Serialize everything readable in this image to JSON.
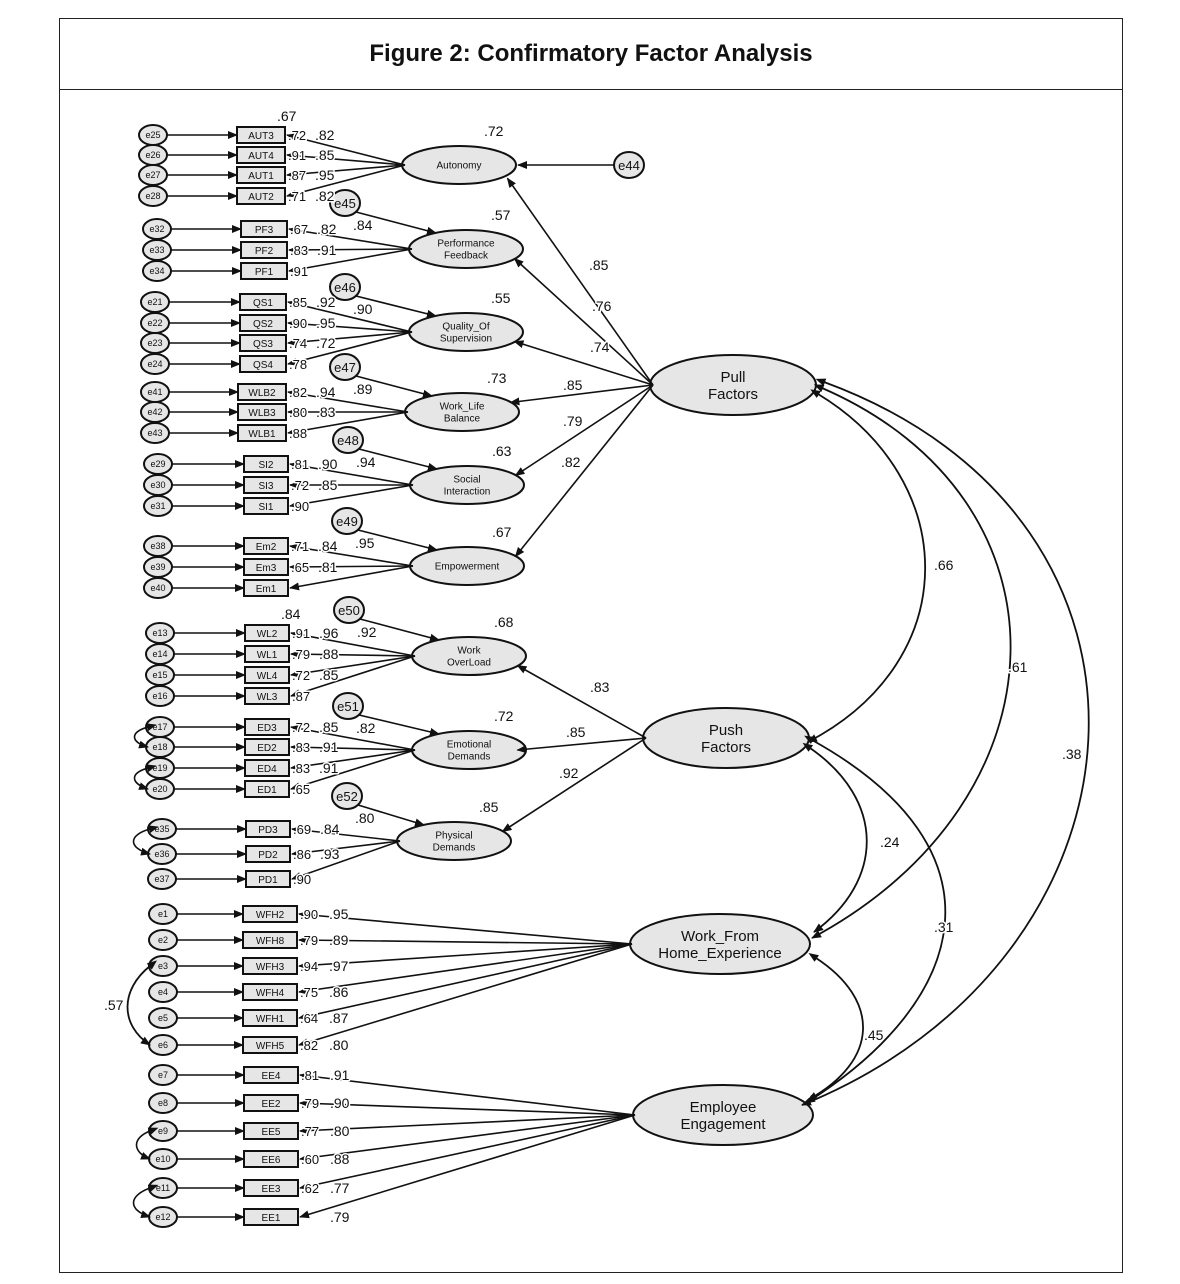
{
  "title": "Figure 2: Confirmatory Factor Analysis",
  "colors": {
    "node_fill": "#e6e6e6",
    "stroke": "#111111"
  },
  "first_order": [
    {
      "name": [
        "Autonomy"
      ],
      "r2": ".72",
      "error": "e44",
      "error_label": "",
      "r2_above": ".67",
      "r2_below": ".71",
      "indicators": [
        {
          "name": "AUT3",
          "error": "e25"
        },
        {
          "name": "AUT4",
          "error": "e26"
        },
        {
          "name": "AUT1",
          "error": "e27"
        },
        {
          "name": "AUT2",
          "error": "e28"
        }
      ],
      "r2_side": [
        ".72",
        ".91",
        ".87",
        ""
      ],
      "loadings": [
        ".82",
        ".85",
        ".95",
        ".82"
      ]
    },
    {
      "name": [
        "Performance",
        "Feedback"
      ],
      "r2": ".57",
      "error": "e45",
      "error_label": ".84",
      "r2_above": "",
      "r2_below": ".91",
      "indicators": [
        {
          "name": "PF3",
          "error": "e32"
        },
        {
          "name": "PF2",
          "error": "e33"
        },
        {
          "name": "PF1",
          "error": "e34"
        }
      ],
      "r2_side": [
        ".67",
        ".83",
        ""
      ],
      "loadings": [
        ".82",
        ".91"
      ]
    },
    {
      "name": [
        "Quality_Of",
        "Supervision"
      ],
      "r2": ".55",
      "error": "e46",
      "error_label": ".90",
      "r2_above": "",
      "r2_below": ".78",
      "indicators": [
        {
          "name": "QS1",
          "error": "e21"
        },
        {
          "name": "QS2",
          "error": "e22"
        },
        {
          "name": "QS3",
          "error": "e23"
        },
        {
          "name": "QS4",
          "error": "e24"
        }
      ],
      "r2_side": [
        ".85",
        ".90",
        ".74",
        ""
      ],
      "loadings": [
        ".92",
        ".95",
        ".72"
      ]
    },
    {
      "name": [
        "Work_Life",
        "Balance"
      ],
      "r2": ".73",
      "error": "e47",
      "error_label": ".89",
      "r2_above": "",
      "r2_below": ".88",
      "indicators": [
        {
          "name": "WLB2",
          "error": "e41"
        },
        {
          "name": "WLB3",
          "error": "e42"
        },
        {
          "name": "WLB1",
          "error": "e43"
        }
      ],
      "r2_side": [
        ".82",
        ".80",
        ""
      ],
      "loadings": [
        ".94",
        ".83"
      ]
    },
    {
      "name": [
        "Social",
        "Interaction"
      ],
      "r2": ".63",
      "error": "e48",
      "error_label": ".94",
      "r2_above": "",
      "r2_below": ".90",
      "indicators": [
        {
          "name": "SI2",
          "error": "e29"
        },
        {
          "name": "SI3",
          "error": "e30"
        },
        {
          "name": "SI1",
          "error": "e31"
        }
      ],
      "r2_side": [
        ".81",
        ".72",
        ""
      ],
      "loadings": [
        ".90",
        ".85"
      ]
    },
    {
      "name": [
        "Empowerment"
      ],
      "r2": ".67",
      "error": "e49",
      "error_label": ".95",
      "r2_above": "",
      "r2_below": "",
      "indicators": [
        {
          "name": "Em2",
          "error": "e38"
        },
        {
          "name": "Em3",
          "error": "e39"
        },
        {
          "name": "Em1",
          "error": "e40"
        }
      ],
      "r2_side": [
        ".71",
        ".65",
        ""
      ],
      "loadings": [
        ".84",
        ".81"
      ]
    },
    {
      "name": [
        "Work",
        "OverLoad"
      ],
      "r2": ".68",
      "error": "e50",
      "error_label": ".92",
      "r2_above": ".84",
      "r2_below": ".87",
      "indicators": [
        {
          "name": "WL2",
          "error": "e13"
        },
        {
          "name": "WL1",
          "error": "e14"
        },
        {
          "name": "WL4",
          "error": "e15"
        },
        {
          "name": "WL3",
          "error": "e16"
        }
      ],
      "r2_side": [
        ".91",
        ".79",
        ".72",
        ""
      ],
      "loadings": [
        ".96",
        ".88",
        ".85"
      ]
    },
    {
      "name": [
        "Emotional",
        "Demands"
      ],
      "r2": ".72",
      "error": "e51",
      "error_label": ".82",
      "r2_above": "",
      "r2_below": ".65",
      "indicators": [
        {
          "name": "ED3",
          "error": "e17"
        },
        {
          "name": "ED2",
          "error": "e18"
        },
        {
          "name": "ED4",
          "error": "e19"
        },
        {
          "name": "ED1",
          "error": "e20"
        }
      ],
      "r2_side": [
        ".72",
        ".83",
        ".83",
        ""
      ],
      "loadings": [
        ".85",
        ".91",
        ".91"
      ]
    },
    {
      "name": [
        "Physical",
        "Demands"
      ],
      "r2": ".85",
      "error": "e52",
      "error_label": ".80",
      "r2_above": "",
      "r2_below": ".90",
      "indicators": [
        {
          "name": "PD3",
          "error": "e35"
        },
        {
          "name": "PD2",
          "error": "e36"
        },
        {
          "name": "PD1",
          "error": "e37"
        }
      ],
      "r2_side": [
        ".69",
        ".86",
        ""
      ],
      "loadings": [
        ".84",
        ".93"
      ]
    }
  ],
  "second_order": [
    {
      "name": [
        "Pull",
        "Factors"
      ],
      "loadings": [
        ".85",
        ".76",
        ".74",
        ".85",
        ".79",
        ".82"
      ]
    },
    {
      "name": [
        "Push",
        "Factors"
      ],
      "loadings": [
        ".83",
        ".85",
        ".92"
      ]
    }
  ],
  "direct_factors": [
    {
      "name": [
        "Work_From",
        "Home_Experience"
      ],
      "indicators": [
        {
          "name": "WFH2",
          "error": "e1"
        },
        {
          "name": "WFH8",
          "error": "e2"
        },
        {
          "name": "WFH3",
          "error": "e3"
        },
        {
          "name": "WFH4",
          "error": "e4"
        },
        {
          "name": "WFH1",
          "error": "e5"
        },
        {
          "name": "WFH5",
          "error": "e6"
        }
      ],
      "r2_side": [
        ".90",
        ".79",
        ".94",
        ".75",
        ".64",
        ".82"
      ],
      "loadings": [
        ".95",
        ".89",
        ".97",
        ".86",
        ".87",
        ".80"
      ]
    },
    {
      "name": [
        "Employee",
        "Engagement"
      ],
      "indicators": [
        {
          "name": "EE4",
          "error": "e7"
        },
        {
          "name": "EE2",
          "error": "e8"
        },
        {
          "name": "EE5",
          "error": "e9"
        },
        {
          "name": "EE6",
          "error": "e10"
        },
        {
          "name": "EE3",
          "error": "e11"
        },
        {
          "name": "EE1",
          "error": "e12"
        }
      ],
      "r2_side": [
        ".81",
        ".79",
        ".77",
        ".60",
        ".62",
        ""
      ],
      "loadings": [
        ".91",
        ".90",
        ".80",
        ".88",
        ".77",
        ".79"
      ]
    }
  ],
  "correlations": [
    {
      "from": "Pull Factors",
      "to": "Push Factors",
      "value": ".66"
    },
    {
      "from": "Pull Factors",
      "to": "Work_From Home_Experience",
      "value": ".61"
    },
    {
      "from": "Pull Factors",
      "to": "Employee Engagement",
      "value": ".38"
    },
    {
      "from": "Push Factors",
      "to": "Work_From Home_Experience",
      "value": ".24"
    },
    {
      "from": "Push Factors",
      "to": "Employee Engagement",
      "value": ".31"
    },
    {
      "from": "Work_From Home_Experience",
      "to": "Employee Engagement",
      "value": ".45"
    },
    {
      "from": "e3",
      "to": "e6",
      "value": ".57"
    }
  ]
}
